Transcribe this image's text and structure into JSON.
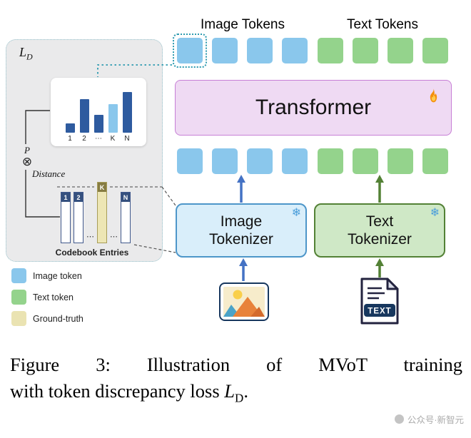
{
  "colors": {
    "image_token": "#8AC7EC",
    "text_token": "#94D38C",
    "ground_truth": "#EAE3B2",
    "bar_default": "#2E5B9F",
    "bar_highlight": "#8AC7EC",
    "image_arrow": "#4472C4",
    "text_arrow": "#538135",
    "transformer_bg": "#EFDAF3",
    "transformer_border": "#C77FD6"
  },
  "header": {
    "image_tokens": "Image Tokens",
    "text_tokens": "Text Tokens"
  },
  "tokens": {
    "sequence": [
      "image",
      "image",
      "image",
      "image",
      "text",
      "text",
      "text",
      "text"
    ]
  },
  "transformer": {
    "label": "Transformer"
  },
  "loss": {
    "symbol": "L",
    "subscript": "D"
  },
  "panel": {
    "chart": {
      "type": "bar",
      "labels": [
        "1",
        "2",
        "⋯",
        "K",
        "N"
      ],
      "values": [
        13,
        47,
        25,
        40,
        57
      ],
      "highlight_index": 3,
      "highlight_label": "K"
    },
    "p_label": "P",
    "otimes": "⊗",
    "distance_label": "Distance",
    "codebook_title": "Codebook Entries",
    "codebook": [
      "1",
      "2",
      "⋯",
      "K",
      "⋯",
      "N"
    ],
    "codebook_highlight": "K"
  },
  "tokenizers": {
    "image": {
      "line1": "Image",
      "line2": "Tokenizer",
      "snowflake": "❄"
    },
    "text": {
      "line1": "Text",
      "line2": "Tokenizer",
      "snowflake": "❄"
    }
  },
  "icons": {
    "text_file_label": "TEXT"
  },
  "legend": {
    "items": [
      {
        "label": "Image token",
        "color": "#8AC7EC"
      },
      {
        "label": "Text token",
        "color": "#94D38C"
      },
      {
        "label": "Ground-truth",
        "color": "#EAE3B2"
      }
    ]
  },
  "caption": {
    "line1": "Figure 3: Illustration of MVoT training",
    "line2_before": "with token discrepancy loss ",
    "loss_symbol": "L",
    "loss_subscript": "D",
    "line2_after": "."
  },
  "watermark": "公众号·新智元"
}
